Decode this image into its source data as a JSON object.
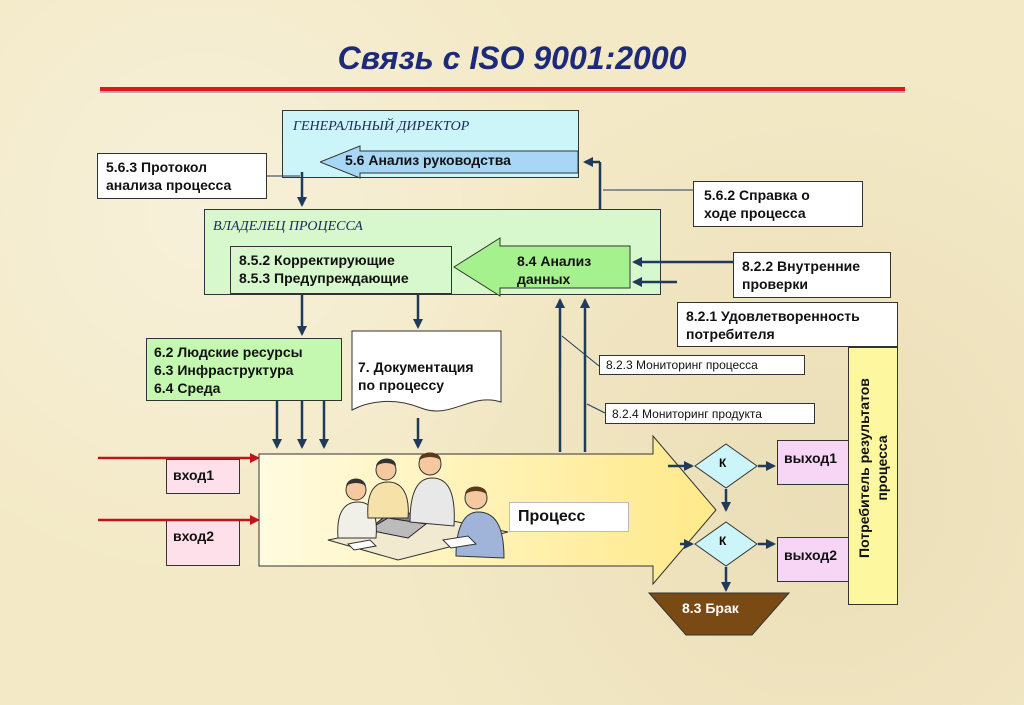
{
  "title": "Связь с ISO 9001:2000",
  "boxes": {
    "gen_director": "ГЕНЕРАЛЬНЫЙ ДИРЕКТОР",
    "analysis_mgmt": "5.6 Анализ руководства",
    "protocol_line1": "5.6.3 Протокол",
    "protocol_line2": "анализа процесса",
    "spravka_line1": "5.6.2 Справка о",
    "spravka_line2": "ходе процесса",
    "owner": "ВЛАДЕЛЕЦ ПРОЦЕССА",
    "corrective_line1": "8.5.2 Корректирующие",
    "corrective_line2": "8.5.3 Предупреждающие",
    "data_analysis_line1": "8.4 Анализ",
    "data_analysis_line2": "данных",
    "internal_audit_line1": "8.2.2 Внутренние",
    "internal_audit_line2": "проверки",
    "satisfaction_line1": "8.2.1 Удовлетворенность",
    "satisfaction_line2": "потребителя",
    "resources_line1": "6.2 Людские ресурсы",
    "resources_line2": "6.3 Инфраструктура",
    "resources_line3": "6.4 Среда",
    "documentation_line1": "7. Документация",
    "documentation_line2": "по процессу",
    "process_monitoring": "8.2.3 Мониторинг процесса",
    "product_monitoring": "8.2.4 Мониторинг продукта",
    "input1": "вход1",
    "input2": "вход2",
    "process": "Процесс",
    "control1": "К",
    "control2": "К",
    "output1": "выход1",
    "output2": "выход2",
    "defect": "8.3 Брак",
    "consumer_line1": "Потребитель результатов",
    "consumer_line2": "процесса"
  },
  "colors": {
    "title": "#1d2a7a",
    "rule": "#e0161e",
    "arrow_dark": "#1f3a5a",
    "input_arrow": "#c0141c",
    "director_fill": "#ccf5f9",
    "owner_fill": "#d7f7cc",
    "data_analysis_fill": "#a5f18e",
    "process_fill": "#fff2a0",
    "output_fill": "#fde0ea",
    "defect_fill": "#7a4a14"
  },
  "icons": {
    "people_illustration": "team-meeting-clipart"
  }
}
